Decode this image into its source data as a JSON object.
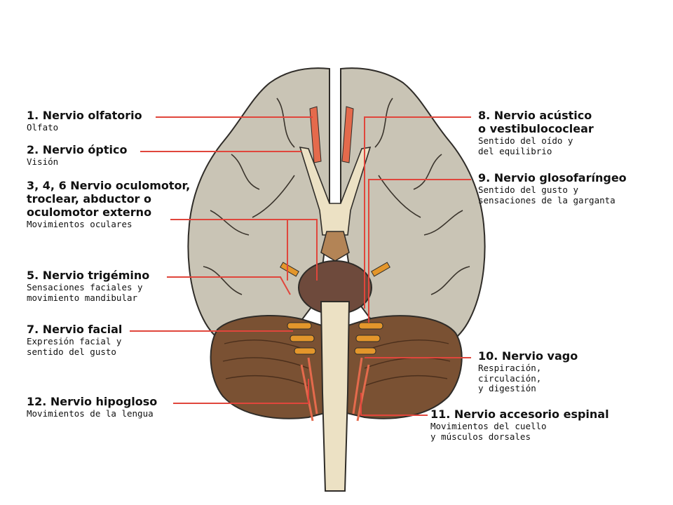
{
  "colors": {
    "brain": "#c9c4b5",
    "brain_outline": "#2f2c28",
    "cerebellum": "#7a5133",
    "stem": "#ece1c4",
    "nerve_red": "#e46a4c",
    "nerve_orange": "#e3962b",
    "leader": "#e0463c",
    "text": "#111111"
  },
  "labels_left": [
    {
      "id": "n1",
      "title": "1. Nervio olfatorio",
      "desc": [
        "Olfato"
      ]
    },
    {
      "id": "n2",
      "title": "2. Nervio óptico",
      "desc": [
        "Visión"
      ]
    },
    {
      "id": "n346",
      "title": [
        "3, 4, 6  Nervio oculomotor,",
        "troclear, abductor o",
        "oculomotor externo"
      ],
      "desc": [
        "Movimientos oculares"
      ]
    },
    {
      "id": "n5",
      "title": "5. Nervio trigémino",
      "desc": [
        "Sensaciones faciales y",
        "movimiento mandibular"
      ]
    },
    {
      "id": "n7",
      "title": "7. Nervio facial",
      "desc": [
        "Expresión facial y",
        "sentido del gusto"
      ]
    },
    {
      "id": "n12",
      "title": "12. Nervio hipogloso",
      "desc": [
        "Movimientos de la lengua"
      ]
    }
  ],
  "labels_right": [
    {
      "id": "n8",
      "title": [
        "8. Nervio acústico",
        "o vestibulococlear"
      ],
      "desc": [
        "Sentido del oído y",
        "del equilibrio"
      ]
    },
    {
      "id": "n9",
      "title": "9. Nervio glosofaríngeo",
      "desc": [
        "Sentido del gusto y",
        "sensaciones de la garganta"
      ]
    },
    {
      "id": "n10",
      "title": "10. Nervio vago",
      "desc": [
        "Respiración,",
        "circulación,",
        "y digestión"
      ]
    },
    {
      "id": "n11",
      "title": "11. Nervio accesorio espinal",
      "desc": [
        "Movimientos del cuello",
        "y músculos dorsales"
      ]
    }
  ]
}
